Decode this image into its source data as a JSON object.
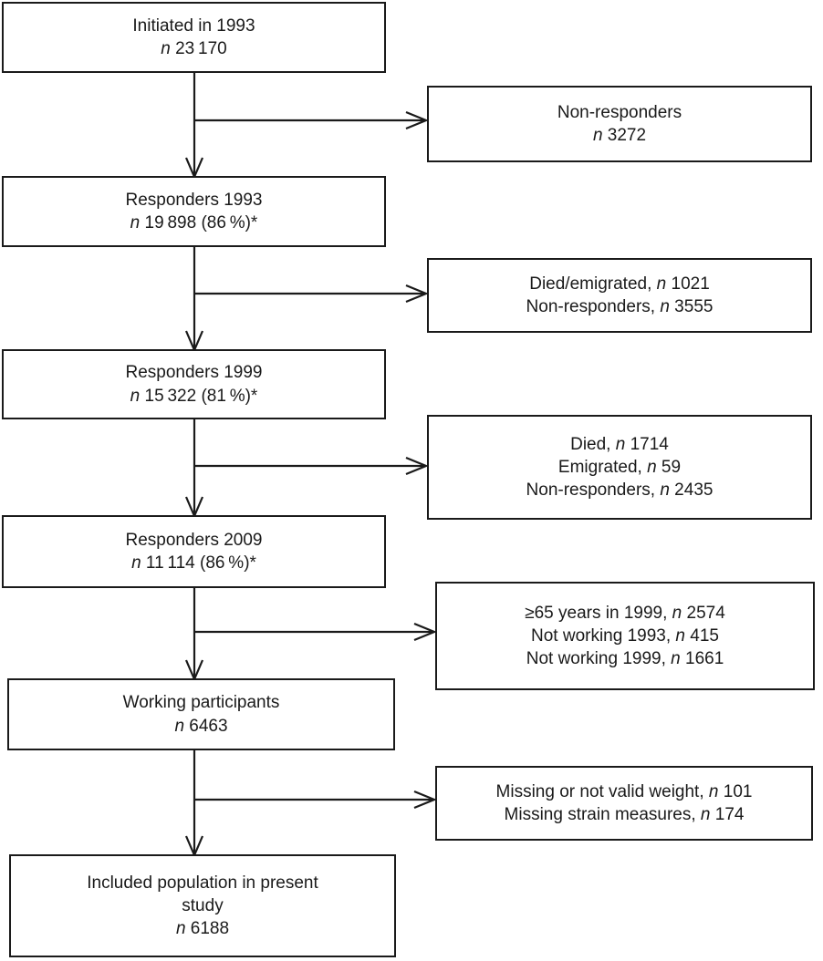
{
  "figure": {
    "kind": "study-population-flowchart",
    "background": "#ffffff",
    "line_color": "#1a1a1a",
    "text_color": "#1a1a1a"
  },
  "boxes": {
    "initiated": {
      "lines": [
        {
          "text": "Initiated in 1993"
        },
        {
          "n": "n",
          "post": " 23 170"
        }
      ]
    },
    "nonresponders_baseline": {
      "lines": [
        {
          "text": "Non-responders"
        },
        {
          "n": "n",
          "post": " 3272"
        }
      ]
    },
    "responders_1993": {
      "lines": [
        {
          "text": "Responders 1993"
        },
        {
          "n": "n",
          "post": " 19 898 (86 %)*"
        }
      ]
    },
    "dropout_1999": {
      "lines": [
        {
          "pre": "Died/emigrated, ",
          "n": "n",
          "post": " 1021"
        },
        {
          "pre": "Non-responders, ",
          "n": "n",
          "post": " 3555"
        }
      ]
    },
    "responders_1999": {
      "lines": [
        {
          "text": "Responders 1999"
        },
        {
          "n": "n",
          "post": " 15 322 (81 %)*"
        }
      ]
    },
    "dropout_2009": {
      "lines": [
        {
          "pre": "Died, ",
          "n": "n",
          "post": " 1714"
        },
        {
          "pre": "Emigrated, ",
          "n": "n",
          "post": " 59"
        },
        {
          "pre": "Non-responders, ",
          "n": "n",
          "post": " 2435"
        }
      ]
    },
    "responders_2009": {
      "lines": [
        {
          "text": "Responders 2009"
        },
        {
          "n": "n",
          "post": " 11 114 (86 %)*"
        }
      ]
    },
    "excluded_not_working": {
      "lines": [
        {
          "pre": "≥65 years in 1999, ",
          "n": "n",
          "post": " 2574"
        },
        {
          "pre": "Not working 1993, ",
          "n": "n",
          "post": " 415"
        },
        {
          "pre": "Not working 1999, ",
          "n": "n",
          "post": " 1661"
        }
      ]
    },
    "working": {
      "lines": [
        {
          "text": "Working participants"
        },
        {
          "n": "n",
          "post": " 6463"
        }
      ]
    },
    "excluded_missing": {
      "lines": [
        {
          "pre": "Missing or not valid weight, ",
          "n": "n",
          "post": " 101"
        },
        {
          "pre": "Missing strain measures, ",
          "n": "n",
          "post": " 174"
        }
      ]
    },
    "included": {
      "lines": [
        {
          "text": "Included population in present"
        },
        {
          "text": "study"
        },
        {
          "n": "n",
          "post": " 6188"
        }
      ]
    }
  }
}
